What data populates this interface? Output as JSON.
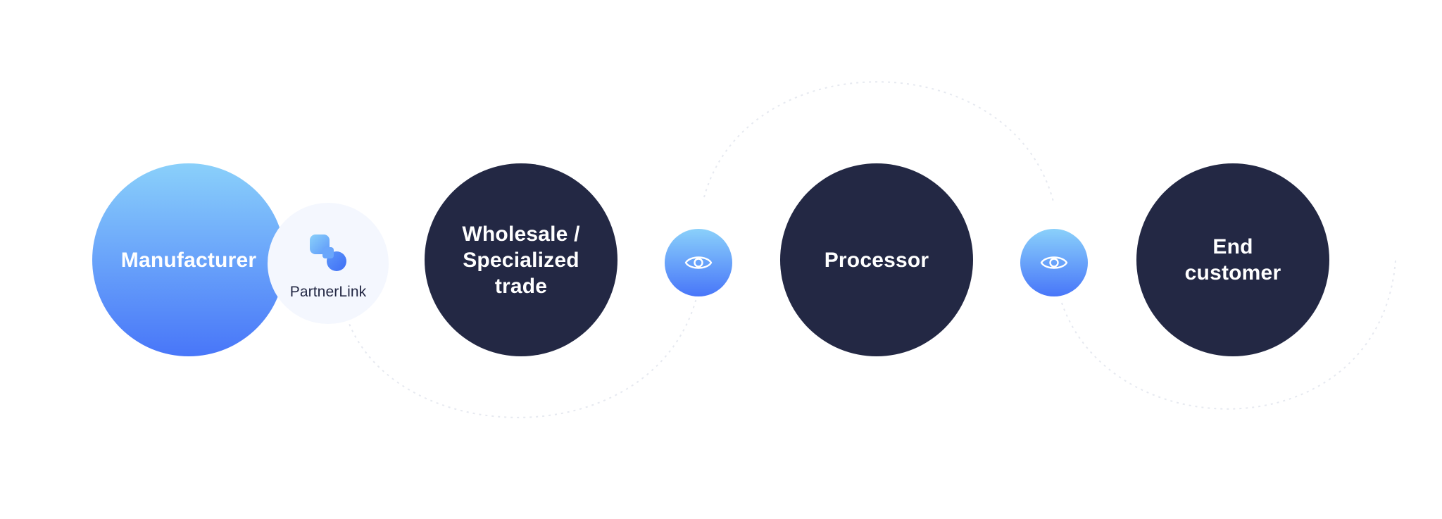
{
  "diagram": {
    "nodes": [
      {
        "id": "manufacturer",
        "label": "Manufacturer"
      },
      {
        "id": "wholesale",
        "label": "Wholesale /\nSpecialized\ntrade"
      },
      {
        "id": "processor",
        "label": "Processor"
      },
      {
        "id": "end_customer",
        "label": "End\ncustomer"
      }
    ],
    "partner": {
      "label": "PartnerLink",
      "icon": "partnerlink-logo-icon"
    },
    "connectors": [
      {
        "icon": "eye-icon"
      },
      {
        "icon": "eye-icon"
      }
    ],
    "colors": {
      "dark_node": "#232844",
      "gradient_top": "#8ad0fa",
      "gradient_bottom": "#4876f9",
      "partner_bg": "#f4f7fe",
      "dotted_line": "#e6e9f0"
    }
  }
}
